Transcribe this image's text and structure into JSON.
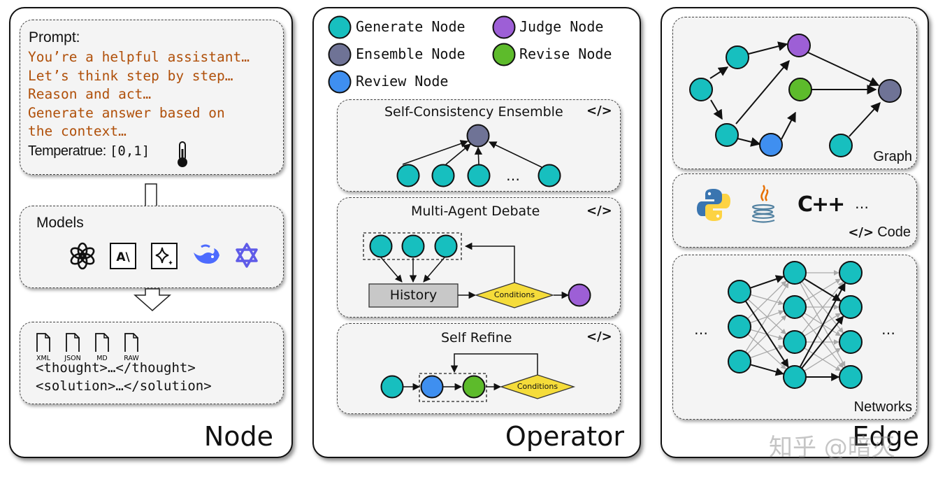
{
  "colors": {
    "generate": "#17bfbf",
    "judge": "#9d5fd6",
    "ensemble": "#6f7396",
    "revise": "#5dbb2b",
    "review": "#3f8ff0",
    "prompt_text": "#b0500a",
    "conditions": "#f5dc3a"
  },
  "node_panel": {
    "title": "Node",
    "prompt_label": "Prompt:",
    "prompt_lines": [
      "You’re a helpful assistant…",
      "Let’s think step by step…",
      "Reason and act…",
      "Generate answer based on",
      "the context…"
    ],
    "temperature_label": "Temperatrue:",
    "temperature_range": "[0,1]",
    "models_label": "Models",
    "model_icons": [
      "openai-icon",
      "anthropic-icon",
      "gemini-icon",
      "deepseek-icon",
      "qwen-icon"
    ],
    "format_files": [
      "XML",
      "JSON",
      "MD",
      "RAW"
    ],
    "format_lines": [
      "<thought>…</thought>",
      "<solution>…</solution>"
    ]
  },
  "operator_panel": {
    "title": "Operator",
    "legend": {
      "generate": "Generate Node",
      "judge": "Judge Node",
      "ensemble": "Ensemble Node",
      "revise": "Revise Node",
      "review": "Review Node"
    },
    "self_consistency": {
      "title": "Self-Consistency Ensemble",
      "ellipsis": "…"
    },
    "debate": {
      "title": "Multi-Agent Debate",
      "history": "History",
      "conditions": "Conditions"
    },
    "self_refine": {
      "title": "Self Refine",
      "conditions": "Conditions"
    },
    "code_glyph": "</>"
  },
  "edge_panel": {
    "title": "Edge",
    "graph_label": "Graph",
    "code_label": "Code",
    "code_glyph": "</>",
    "code_languages": [
      "python-icon",
      "java-icon",
      "cpp-icon"
    ],
    "cpp_text": "C++",
    "ellipsis": "…",
    "networks_label": "Networks"
  },
  "watermark": "知乎 @暗灭"
}
